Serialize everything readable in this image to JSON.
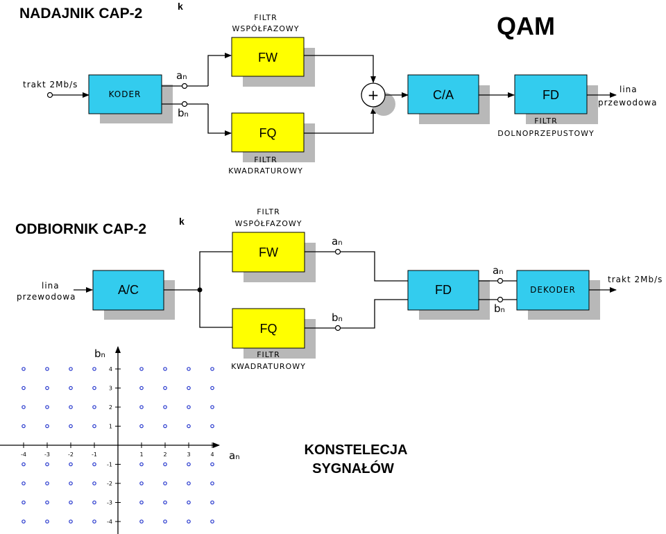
{
  "colors": {
    "cyan": "#33ccee",
    "yellow": "#ffff00",
    "shadow": "#b8b8b8",
    "point": "#2233cc"
  },
  "transmitter": {
    "title": "NADAJNIK CAP-2",
    "title_sup": "k",
    "qam": "QAM",
    "input_label": "trakt 2Mb/s",
    "coder": "KODER",
    "an": "a",
    "bn": "b",
    "sub": "n",
    "fw": "FW",
    "fq": "FQ",
    "fw_caption_1": "FILTR",
    "fw_caption_2": "WSPÓŁFAZOWY",
    "fq_caption_1": "FILTR",
    "fq_caption_2": "KWADRATUROWY",
    "summer": "+",
    "ca": "C/A",
    "fd": "FD",
    "fd_caption_1": "FILTR",
    "fd_caption_2": "DOLNOPRZEPUSTOWY",
    "output_1": "lina",
    "output_2": "przewodowa"
  },
  "receiver": {
    "title": "ODBIORNIK CAP-2",
    "title_sup": "k",
    "input_1": "lina",
    "input_2": "przewodowa",
    "ac": "A/C",
    "fw": "FW",
    "fq": "FQ",
    "fw_caption_1": "FILTR",
    "fw_caption_2": "WSPÓŁFAZOWY",
    "fq_caption_1": "FILTR",
    "fq_caption_2": "KWADRATUROWY",
    "an": "a",
    "bn": "b",
    "sub": "n",
    "fd": "FD",
    "decoder": "DEKODER",
    "output": "trakt 2Mb/s"
  },
  "constellation": {
    "title_1": "KONSTELECJA",
    "title_2": "SYGNAŁÓW",
    "x_axis": "a",
    "y_axis": "b",
    "sub": "n",
    "x_ticks": [
      "-4",
      "-3",
      "-2",
      "-1",
      "1",
      "2",
      "3",
      "4"
    ],
    "y_ticks": [
      "4",
      "3",
      "2",
      "1",
      "-1",
      "-2",
      "-3",
      "-4"
    ],
    "point_levels": [
      -4,
      -3,
      -2,
      -1,
      1,
      2,
      3,
      4
    ]
  }
}
